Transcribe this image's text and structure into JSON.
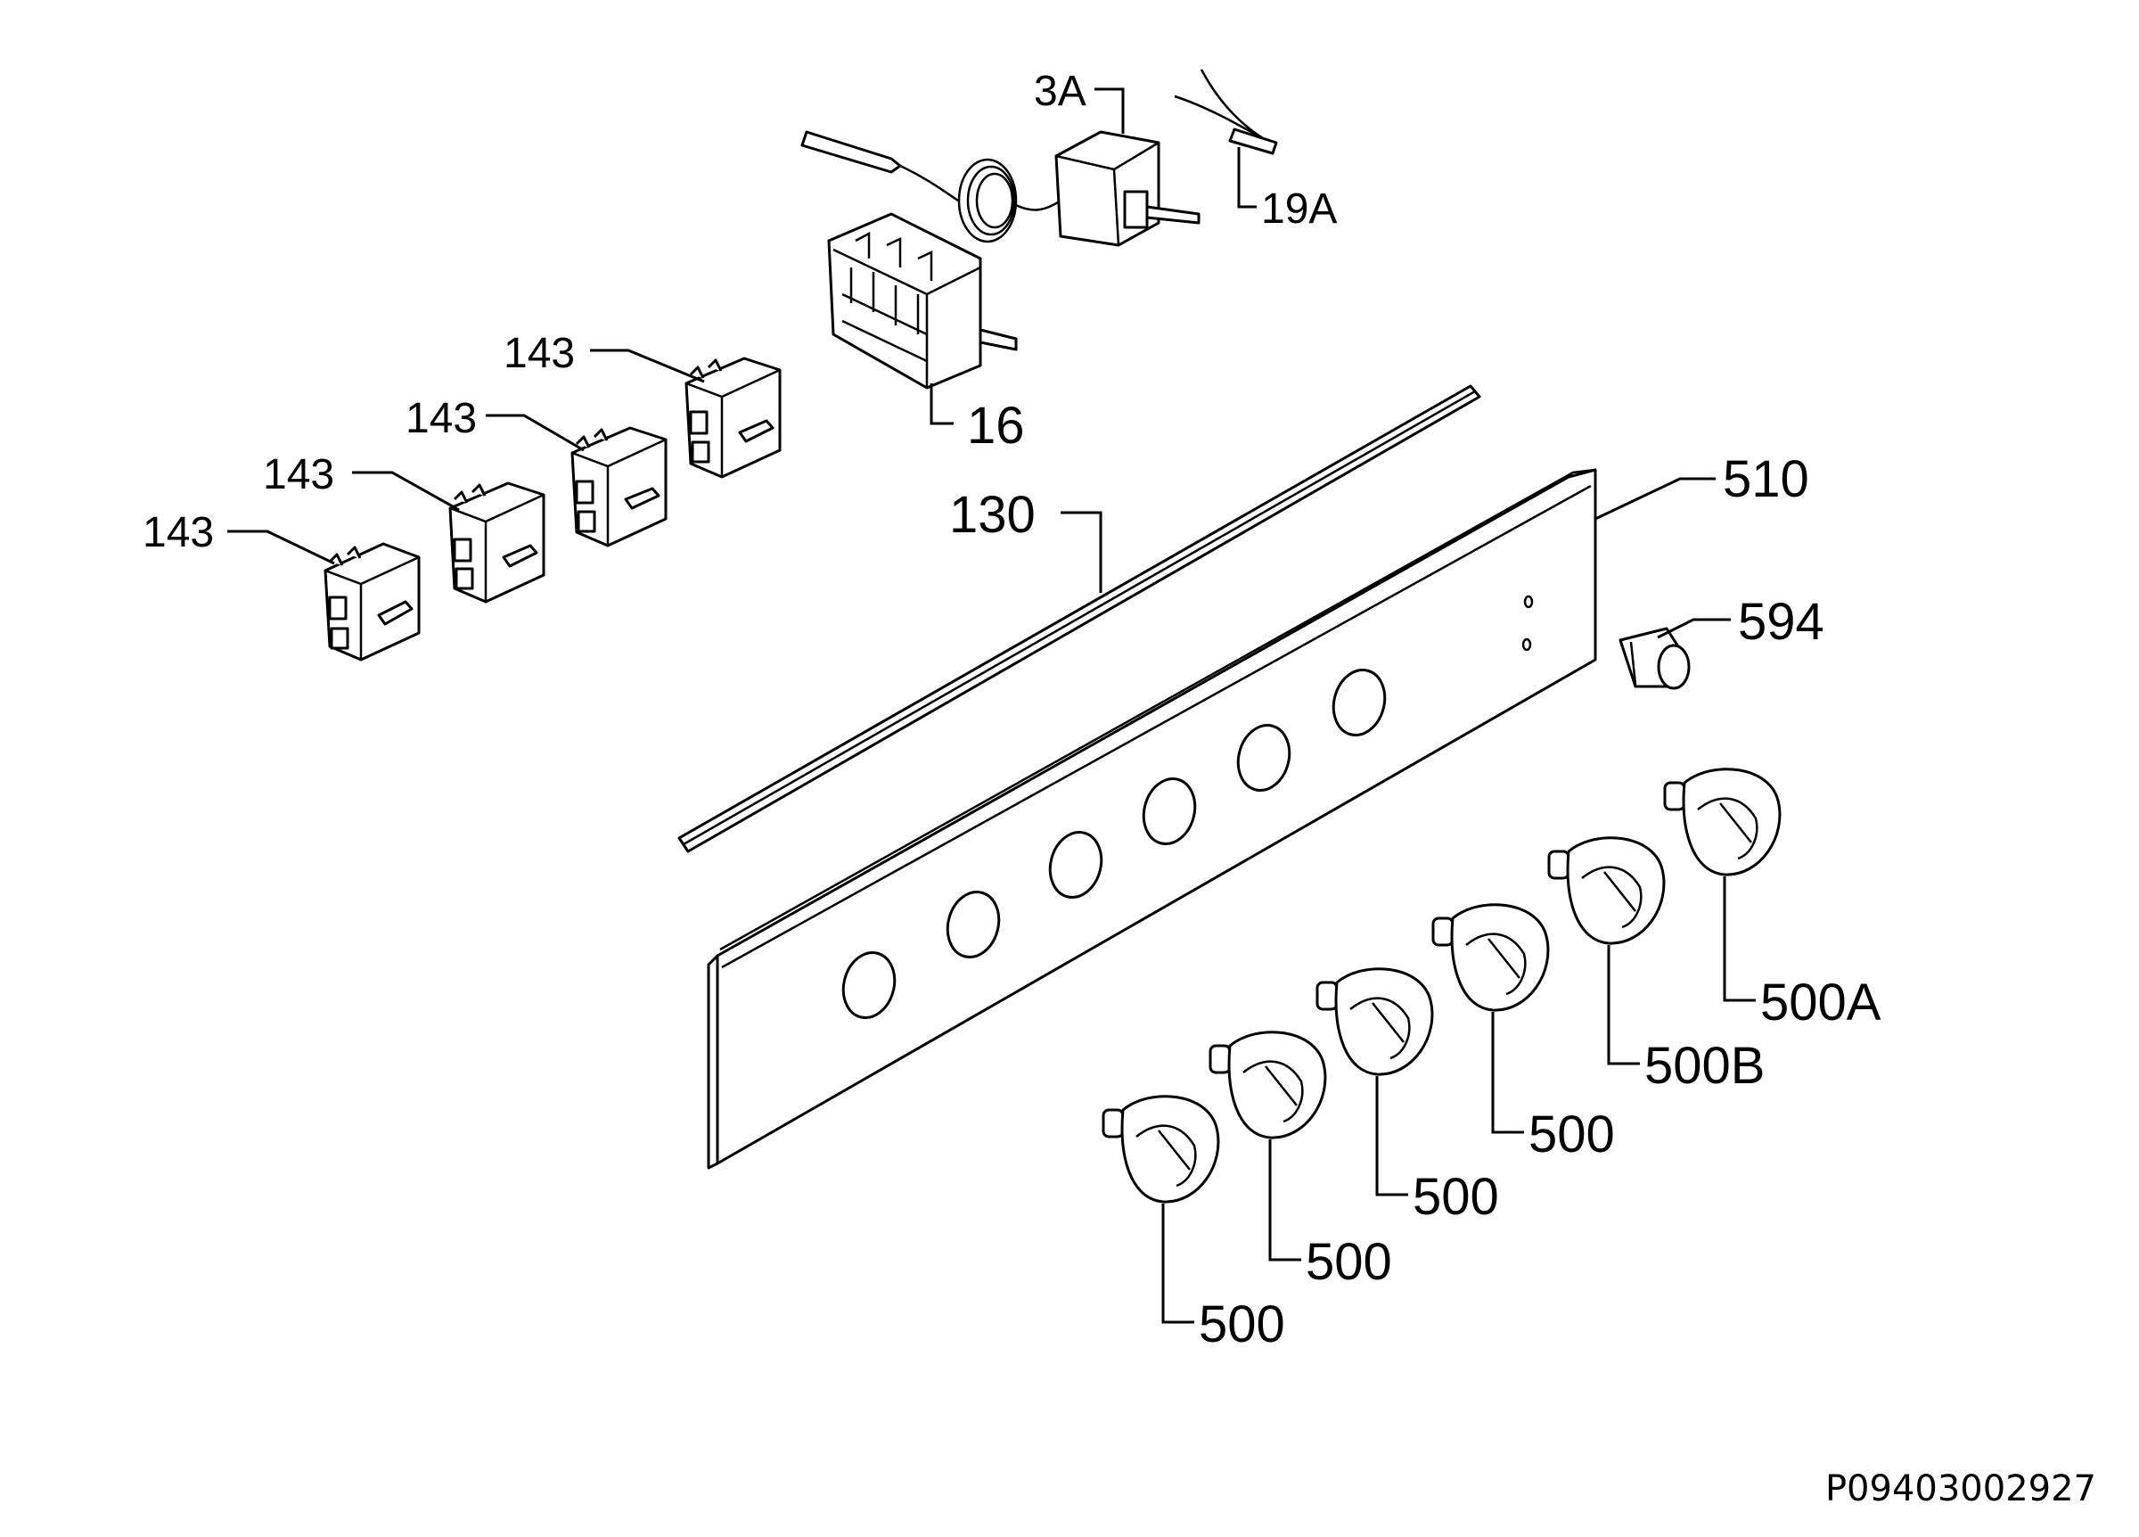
{
  "labels": {
    "thermostat": "3A",
    "sensor": "19A",
    "selector_switch": "16",
    "regulator_1": "143",
    "regulator_2": "143",
    "regulator_3": "143",
    "regulator_4": "143",
    "gasket": "130",
    "control_panel": "510",
    "indicator_lens": "594",
    "knob_1": "500",
    "knob_2": "500",
    "knob_3": "500",
    "knob_4": "500",
    "knob_5": "500B",
    "knob_6": "500A"
  },
  "document_code": "P09403002927"
}
